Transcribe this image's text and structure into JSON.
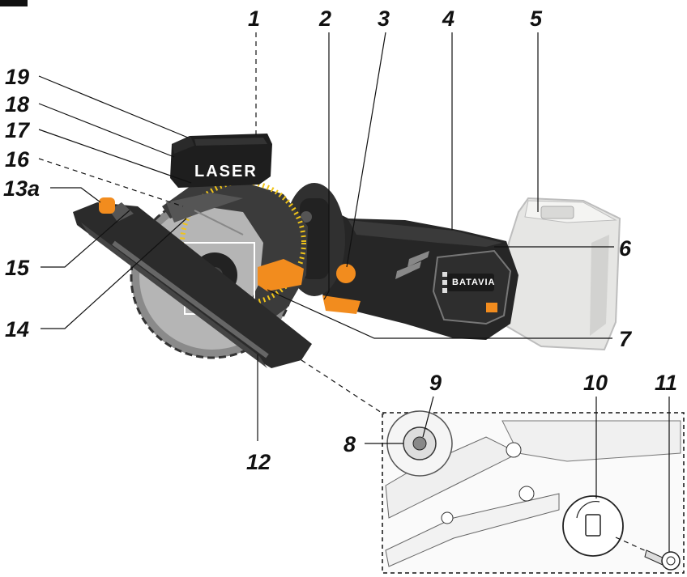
{
  "laser_label": "LASER",
  "brand_label": "BATAVIA",
  "callouts": [
    "1",
    "2",
    "3",
    "4",
    "5",
    "6",
    "7",
    "8",
    "9",
    "10",
    "11",
    "12",
    "13a",
    "14",
    "15",
    "16",
    "17",
    "18",
    "19"
  ]
}
